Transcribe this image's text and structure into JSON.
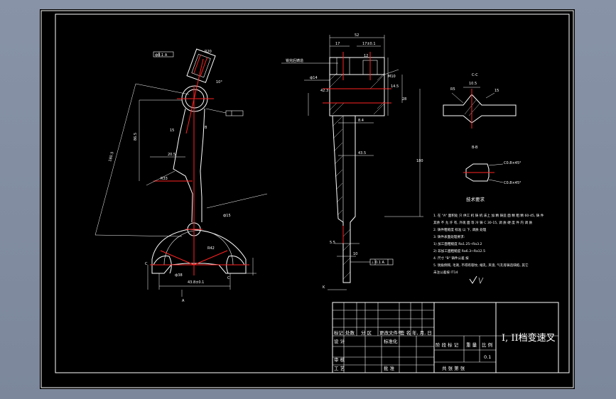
{
  "title_block": {
    "part_name": "I, II档变速叉",
    "scale": "0.1",
    "row_labels": {
      "mark": "标记",
      "count": "处数",
      "zone": "分 区",
      "change_doc": "更改文件号",
      "sign": "签 名",
      "date": "年, 月, 日",
      "design": "设 计",
      "standardize": "标准化",
      "review": "审 核",
      "process": "工 艺",
      "approve": "批 准"
    },
    "stage_labels": {
      "stage_mark": "阶 段 标 记",
      "weight": "重 量",
      "ratio": "比 例",
      "sheets": "共   张   第   张"
    }
  },
  "tech_requirements": {
    "heading": "技术要求",
    "lines": [
      "1. 在 \"A\" 面积处 只 供工 机 铸 机 床上 加 精 铸造 面 精 粗 精 60-45, 铸 件",
      "   其余 不 允 许 有, 外观 面 等 冷 铸 C 30-15, 调 质 硬 度 件 内 调 质",
      "2. 铸件粗糙度 标准 以 下, 调质 处理",
      "3. 铸件表面处理要求:",
      "   1) 加工面粗糙度 Ra1.25~Ra3.2",
      "   2) 非加工面粗糙度 Ra6.3~Ra12.5",
      "4. 尺寸 \"B\" 铸件公差 按",
      "5. 锐角倒钝, 毛刺, 不得有裂纹, 缩孔, 夹渣, 气孔等铸造缺陷, 其它",
      "   未注公差按 IT14"
    ]
  },
  "view_labels": {
    "section_cc": "C-C",
    "section_bb": "B-B",
    "view_a": "A",
    "view_k": "K"
  },
  "dimensions": {
    "d_top_frame": "ф0.1 A",
    "d_r20": "R20",
    "d_angle": "10°",
    "d_86": "86.5",
    "d_20": "20.5",
    "d_r33": "R33",
    "d_180": "180.5",
    "d_15": "15",
    "d_b": "B",
    "d_phi15": "ф15",
    "d_r42": "R42",
    "d_phi38": "ф38",
    "d_43": "43.8±0.1",
    "d_c": "C",
    "d_side_52": "52",
    "d_side_17": "17",
    "d_side_17b": "17±0.1",
    "d_side_12": "12",
    "d_side_phi14": "ф14",
    "d_side_m10": "M10",
    "d_side_14": "14.5",
    "d_side_8": "8.4",
    "d_side_28": "28",
    "d_side_180": "180",
    "d_side_43": "43.5",
    "d_side_42": "42.3",
    "d_side_5": "5.5",
    "d_side_10": "10",
    "d_side_frame": "⊥ 0.1 A",
    "d_side_note": "铣完后铸造",
    "d_cc_10": "10.5",
    "d_cc_r5": "R5",
    "d_cc_15": "15",
    "d_bb_08a": "C0.8×45°",
    "d_bb_08b": "C0.8×45°"
  },
  "colors": {
    "paper": "#000000",
    "line": "#ffffff",
    "centerline": "#ff2222",
    "window_bg": "#8893a7"
  }
}
